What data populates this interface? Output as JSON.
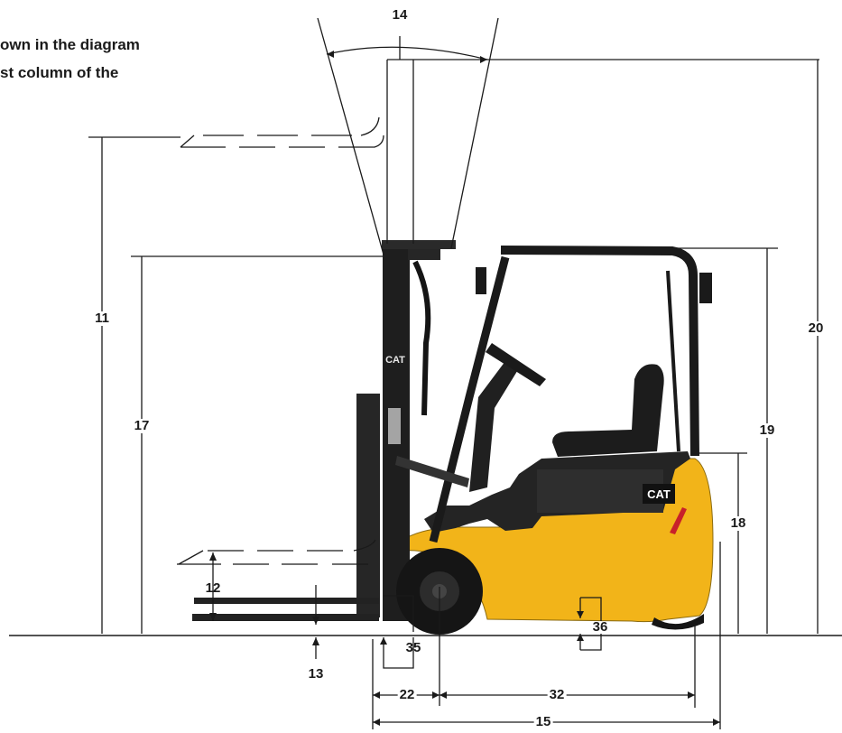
{
  "intro_text": {
    "line1": "own in the diagram",
    "line2": "st column of the"
  },
  "brand": "CAT",
  "labels": {
    "d11": "11",
    "d12": "12",
    "d13": "13",
    "d14": "14",
    "d15": "15",
    "d17": "17",
    "d18": "18",
    "d19": "19",
    "d20": "20",
    "d22": "22",
    "d32": "32",
    "d35": "35",
    "d36": "36"
  },
  "colors": {
    "body_yellow": "#f2b419",
    "body_dark": "#1e1e1e",
    "tire": "#151515",
    "red_stripe": "#c8202a",
    "line": "#1a1a1a"
  }
}
